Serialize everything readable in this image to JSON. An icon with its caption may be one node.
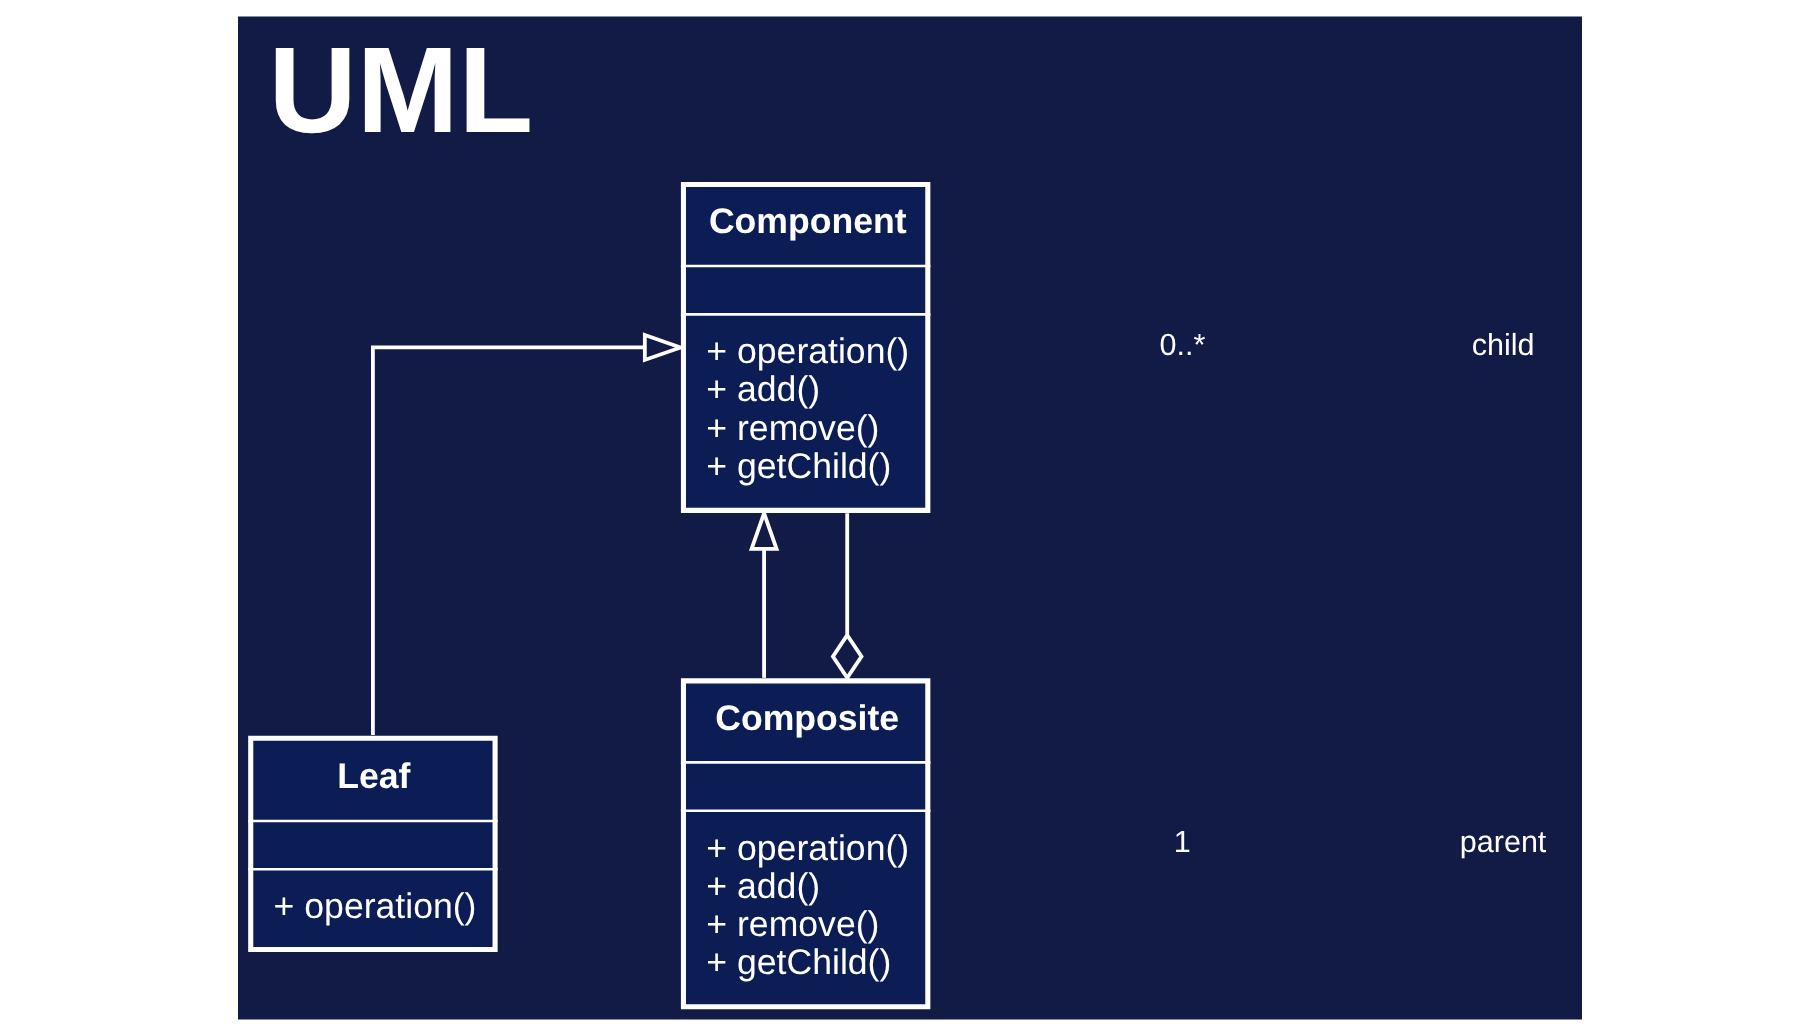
{
  "diagram": {
    "title": "UML",
    "nodes": [
      {
        "text": [
          "Component",
          "+ operation()",
          "+ add()",
          "+ remove()",
          "+ getChild()"
        ]
      },
      {
        "text": [
          "Leaf",
          "+ operation()"
        ]
      },
      {
        "text": [
          "Composite",
          "+ operation()",
          "+ add()",
          "+ remove()",
          "+ getChild()"
        ]
      }
    ],
    "edges": [
      {
        "from": 1,
        "to": 0,
        "arrow": "to"
      },
      {
        "from": 2,
        "to": 0,
        "arrow": "to"
      },
      {
        "from": 2,
        "to": 0,
        "arrow": "other"
      }
    ],
    "labels": [
      "0..*",
      "child",
      "1",
      "parent"
    ]
  }
}
